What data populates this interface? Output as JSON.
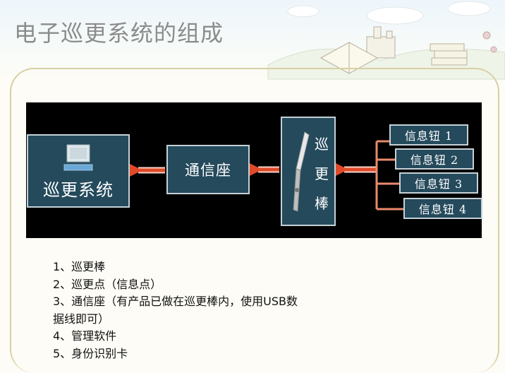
{
  "title": "电子巡更系统的组成",
  "diagram": {
    "system_label": "巡更系统",
    "comm_label": "通信座",
    "stick_chars": [
      "巡",
      "更",
      "棒"
    ],
    "buttons": [
      "信息钮 1",
      "信息钮 2",
      "信息钮 3",
      "信息钮 4"
    ],
    "arrow_color": "#e04a28",
    "box_color": "#244a5c"
  },
  "list": [
    "1、巡更棒",
    "2、巡更点（信息点）",
    "3、通信座（有产品已做在巡更棒内，使用USB数",
    "据线即可）",
    "4、管理软件",
    "5、身份识别卡"
  ]
}
